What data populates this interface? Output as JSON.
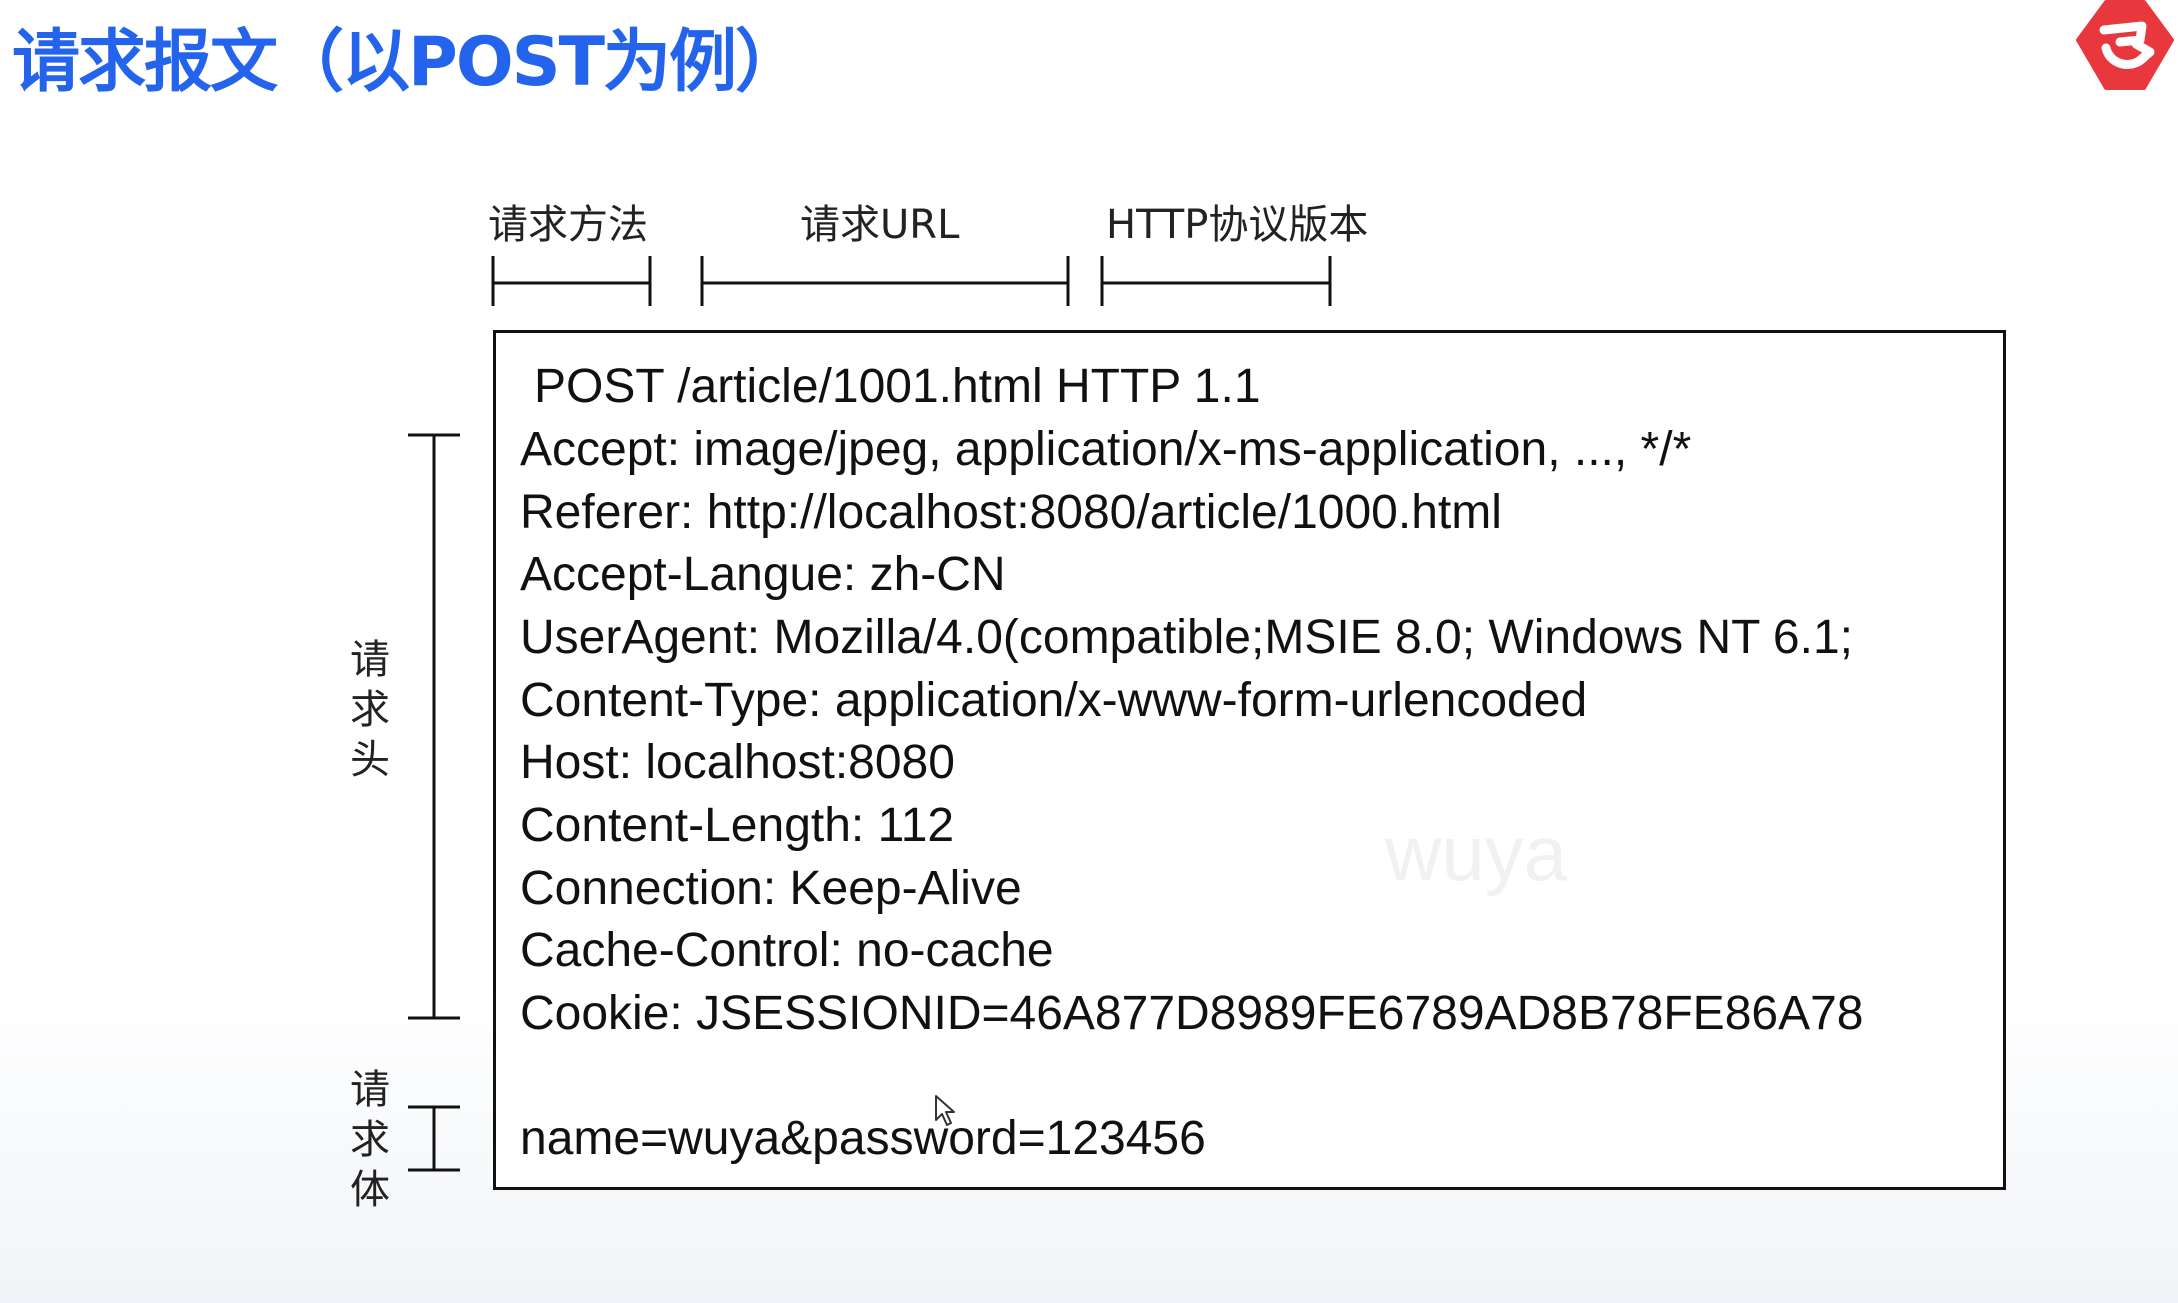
{
  "title": "请求报文（以POST为例）",
  "colors": {
    "title": "#2463eb",
    "logo": "#e8383d",
    "text": "#111111"
  },
  "labels": {
    "method": "请求方法",
    "url": "请求URL",
    "version": "HTTP协议版本",
    "header": [
      "请",
      "求",
      "头"
    ],
    "body": [
      "请",
      "求",
      "体"
    ]
  },
  "message": {
    "request_line": "POST /article/1001.html HTTP 1.1",
    "headers": [
      "Accept: image/jpeg, application/x-ms-application, ..., */*",
      "Referer: http://localhost:8080/article/1000.html",
      "Accept-Langue: zh-CN",
      "UserAgent: Mozilla/4.0(compatible;MSIE 8.0; Windows NT 6.1;",
      "Content-Type: application/x-www-form-urlencoded",
      "Host: localhost:8080",
      "Content-Length: 112",
      "Connection: Keep-Alive",
      "Cache-Control: no-cache",
      "Cookie: JSESSIONID=46A877D8989FE6789AD8B78FE86A78"
    ],
    "body": "name=wuya&password=123456"
  },
  "watermark": "wuya",
  "icons": {
    "logo": "brand-logo-icon",
    "cursor": "mouse-cursor-icon"
  }
}
